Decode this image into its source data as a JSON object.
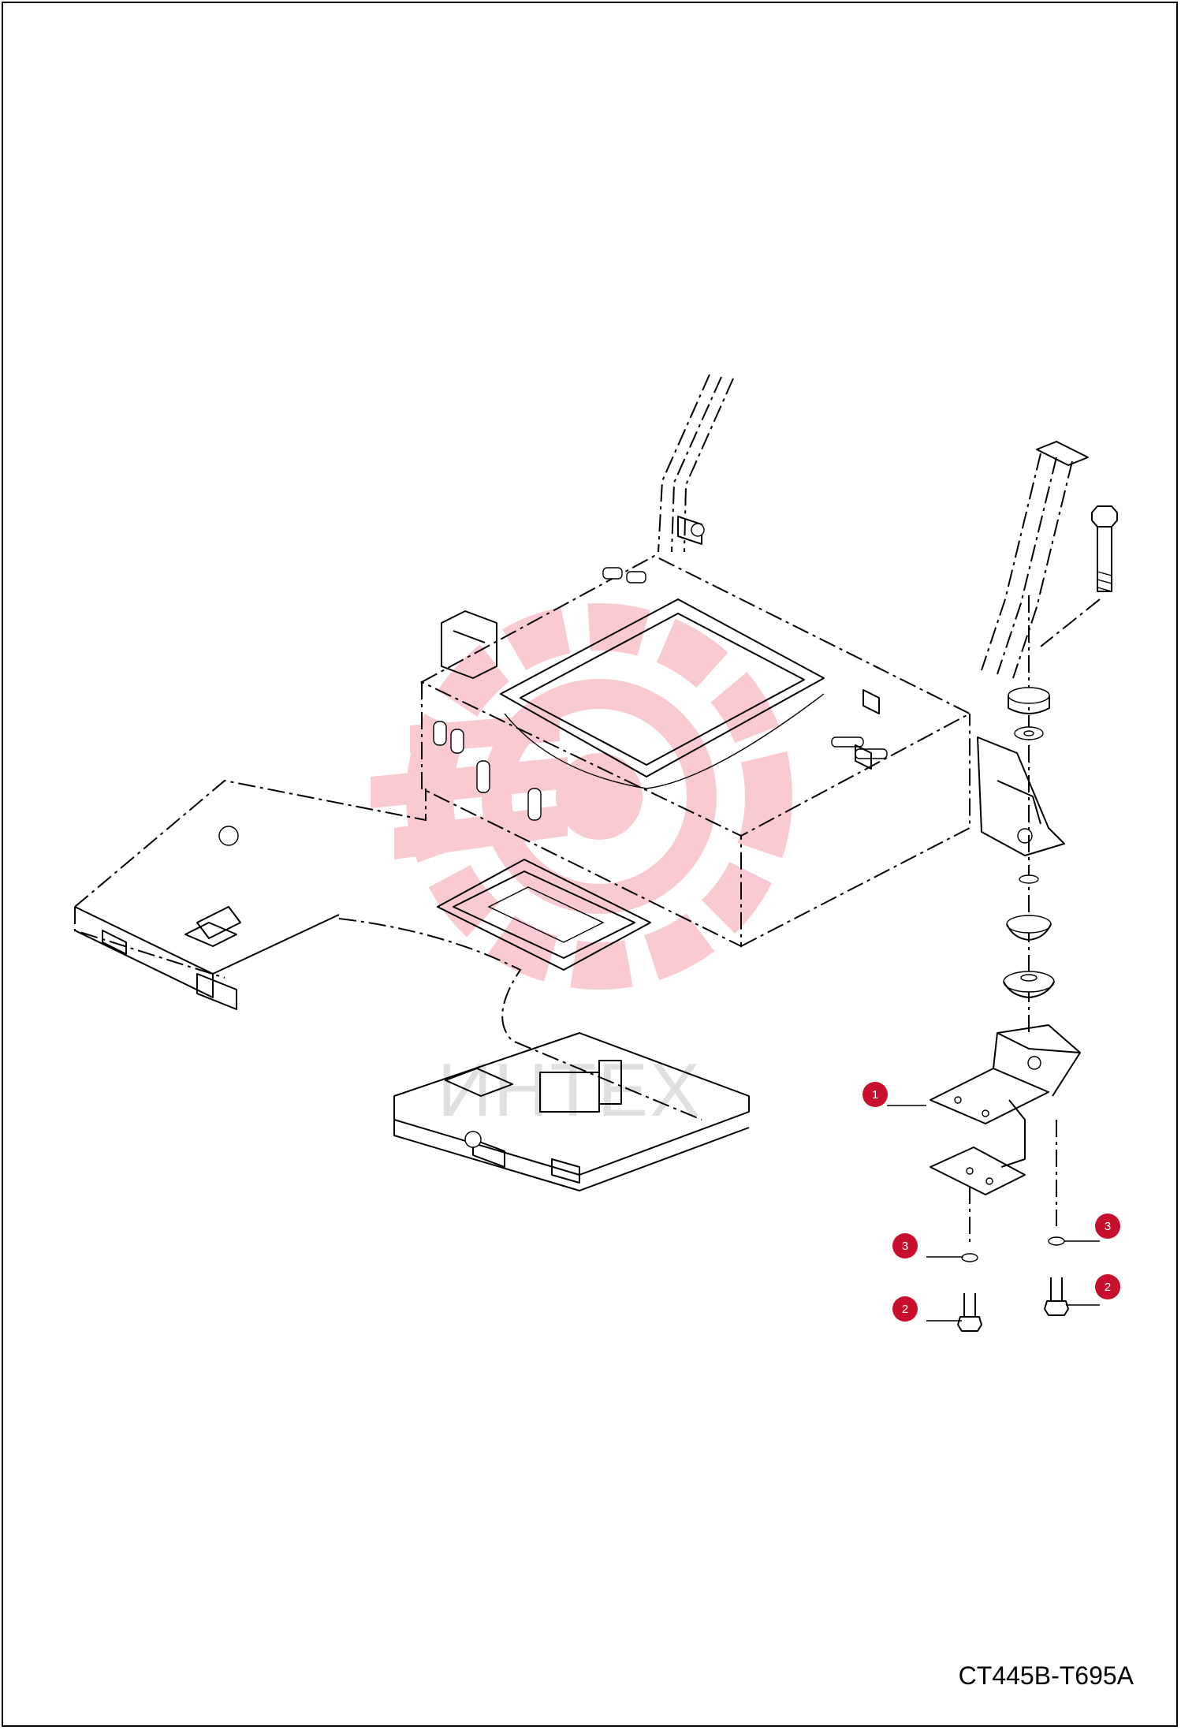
{
  "drawing_code": "CT445B-T695A",
  "watermark": {
    "text": "ИНТЕХ",
    "color": "#e8132b"
  },
  "callouts": [
    {
      "id": "callout-1",
      "number": "1"
    },
    {
      "id": "callout-2a",
      "number": "2"
    },
    {
      "id": "callout-2b",
      "number": "2"
    },
    {
      "id": "callout-3a",
      "number": "3"
    },
    {
      "id": "callout-3b",
      "number": "3"
    }
  ],
  "colors": {
    "callout_badge": "#c8102e",
    "line": "#000000"
  }
}
